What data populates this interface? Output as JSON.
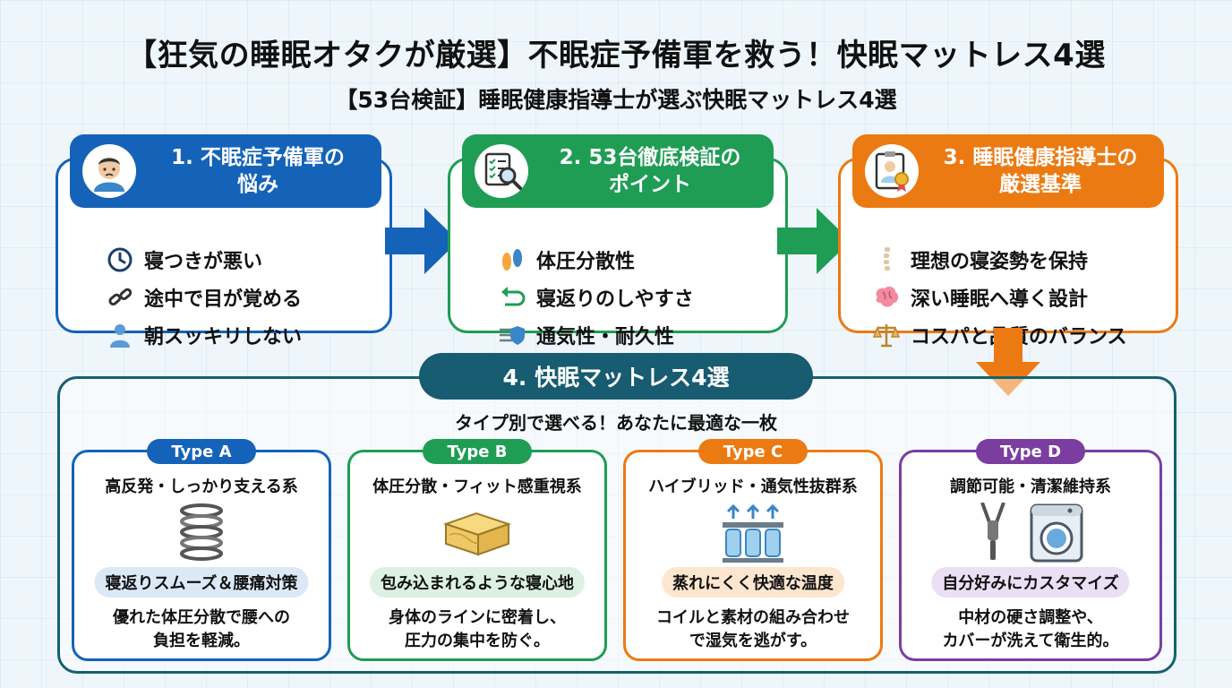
{
  "title": "【狂気の睡眠オタクが厳選】不眠症予備軍を救う！快眠マットレス4選",
  "subtitle": "【53台検証】睡眠健康指導士が選ぶ快眠マットレス4選",
  "steps": [
    {
      "title_line1": "1. 不眠症予備軍の",
      "title_line2": "悩み",
      "icon": "worried-person-icon",
      "items": [
        {
          "icon": "clock-icon",
          "label": "寝つきが悪い"
        },
        {
          "icon": "broken-chain-icon",
          "label": "途中で目が覚める"
        },
        {
          "icon": "tired-person-icon",
          "label": "朝スッキリしない"
        }
      ]
    },
    {
      "title_line1": "2. 53台徹底検証の",
      "title_line2": "ポイント",
      "icon": "checklist-magnifier-icon",
      "items": [
        {
          "icon": "footprints-icon",
          "label": "体圧分散性"
        },
        {
          "icon": "turn-arrow-icon",
          "label": "寝返りのしやすさ"
        },
        {
          "icon": "airflow-shield-icon",
          "label": "通気性・耐久性"
        }
      ]
    },
    {
      "title_line1": "3. 睡眠健康指導士の",
      "title_line2": "厳選基準",
      "icon": "doctor-certificate-icon",
      "items": [
        {
          "icon": "spine-icon",
          "label": "理想の寝姿勢を保持"
        },
        {
          "icon": "brain-icon",
          "label": "深い睡眠へ導く設計"
        },
        {
          "icon": "balance-scale-icon",
          "label": "コスパと品質のバランス"
        }
      ]
    }
  ],
  "section4": {
    "title": "4. 快眠マットレス4選",
    "subtitle": "タイプ別で選べる！あなたに最適な一枚"
  },
  "types": [
    {
      "tag": "Type A",
      "subtitle": "高反発・しっかり支える系",
      "icon": "coil-spring-icon",
      "highlight": "寝返りスムーズ＆腰痛対策",
      "desc_line1": "優れた体圧分散で腰への",
      "desc_line2": "負担を軽減。"
    },
    {
      "tag": "Type B",
      "subtitle": "体圧分散・フィット感重視系",
      "icon": "foam-block-icon",
      "highlight": "包み込まれるような寝心地",
      "desc_line1": "身体のラインに密着し、",
      "desc_line2": "圧力の集中を防ぐ。"
    },
    {
      "tag": "Type C",
      "subtitle": "ハイブリッド・通気性抜群系",
      "icon": "hybrid-coil-airflow-icon",
      "highlight": "蒸れにくく快適な温度",
      "desc_line1": "コイルと素材の組み合わせ",
      "desc_line2": "で湿気を逃がす。"
    },
    {
      "tag": "Type D",
      "subtitle": "調節可能・清潔維持系",
      "icon": "zipper-washing-machine-icon",
      "highlight": "自分好みにカスタマイズ",
      "desc_line1": "中材の硬さ調整や、",
      "desc_line2": "カバーが洗えて衛生的。"
    }
  ],
  "colors": {
    "blue": "#1463b8",
    "green": "#1f9d54",
    "orange": "#ec7a12",
    "purple": "#7c3da0",
    "teal": "#175c70"
  }
}
